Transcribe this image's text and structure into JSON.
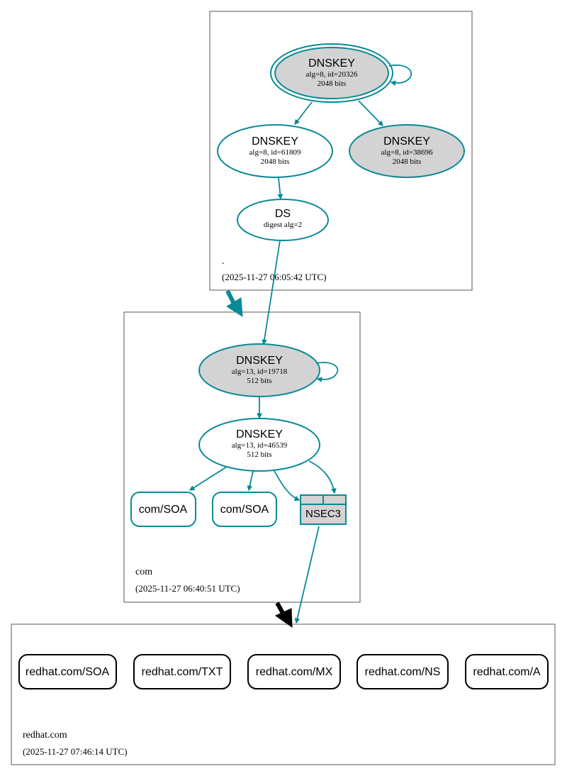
{
  "colors": {
    "teal": "#0a8a96",
    "grey_fill": "#d3d3d3",
    "black": "#000000"
  },
  "zones": {
    "root": {
      "name": ".",
      "timestamp": "(2025-11-27 06:05:42 UTC)",
      "nodes": {
        "ksk": {
          "title": "DNSKEY",
          "line1": "alg=8, id=20326",
          "line2": "2048 bits"
        },
        "zsk": {
          "title": "DNSKEY",
          "line1": "alg=8, id=61809",
          "line2": "2048 bits"
        },
        "standby": {
          "title": "DNSKEY",
          "line1": "alg=8, id=38696",
          "line2": "2048 bits"
        },
        "ds": {
          "title": "DS",
          "line1": "digest alg=2"
        }
      }
    },
    "com": {
      "name": "com",
      "timestamp": "(2025-11-27 06:40:51 UTC)",
      "nodes": {
        "ksk": {
          "title": "DNSKEY",
          "line1": "alg=13, id=19718",
          "line2": "512 bits"
        },
        "zsk": {
          "title": "DNSKEY",
          "line1": "alg=13, id=46539",
          "line2": "512 bits"
        },
        "soa1": {
          "label": "com/SOA"
        },
        "soa2": {
          "label": "com/SOA"
        },
        "nsec3": {
          "label": "NSEC3"
        }
      }
    },
    "redhat": {
      "name": "redhat.com",
      "timestamp": "(2025-11-27 07:46:14 UTC)",
      "records": [
        "redhat.com/SOA",
        "redhat.com/TXT",
        "redhat.com/MX",
        "redhat.com/NS",
        "redhat.com/A"
      ]
    }
  }
}
